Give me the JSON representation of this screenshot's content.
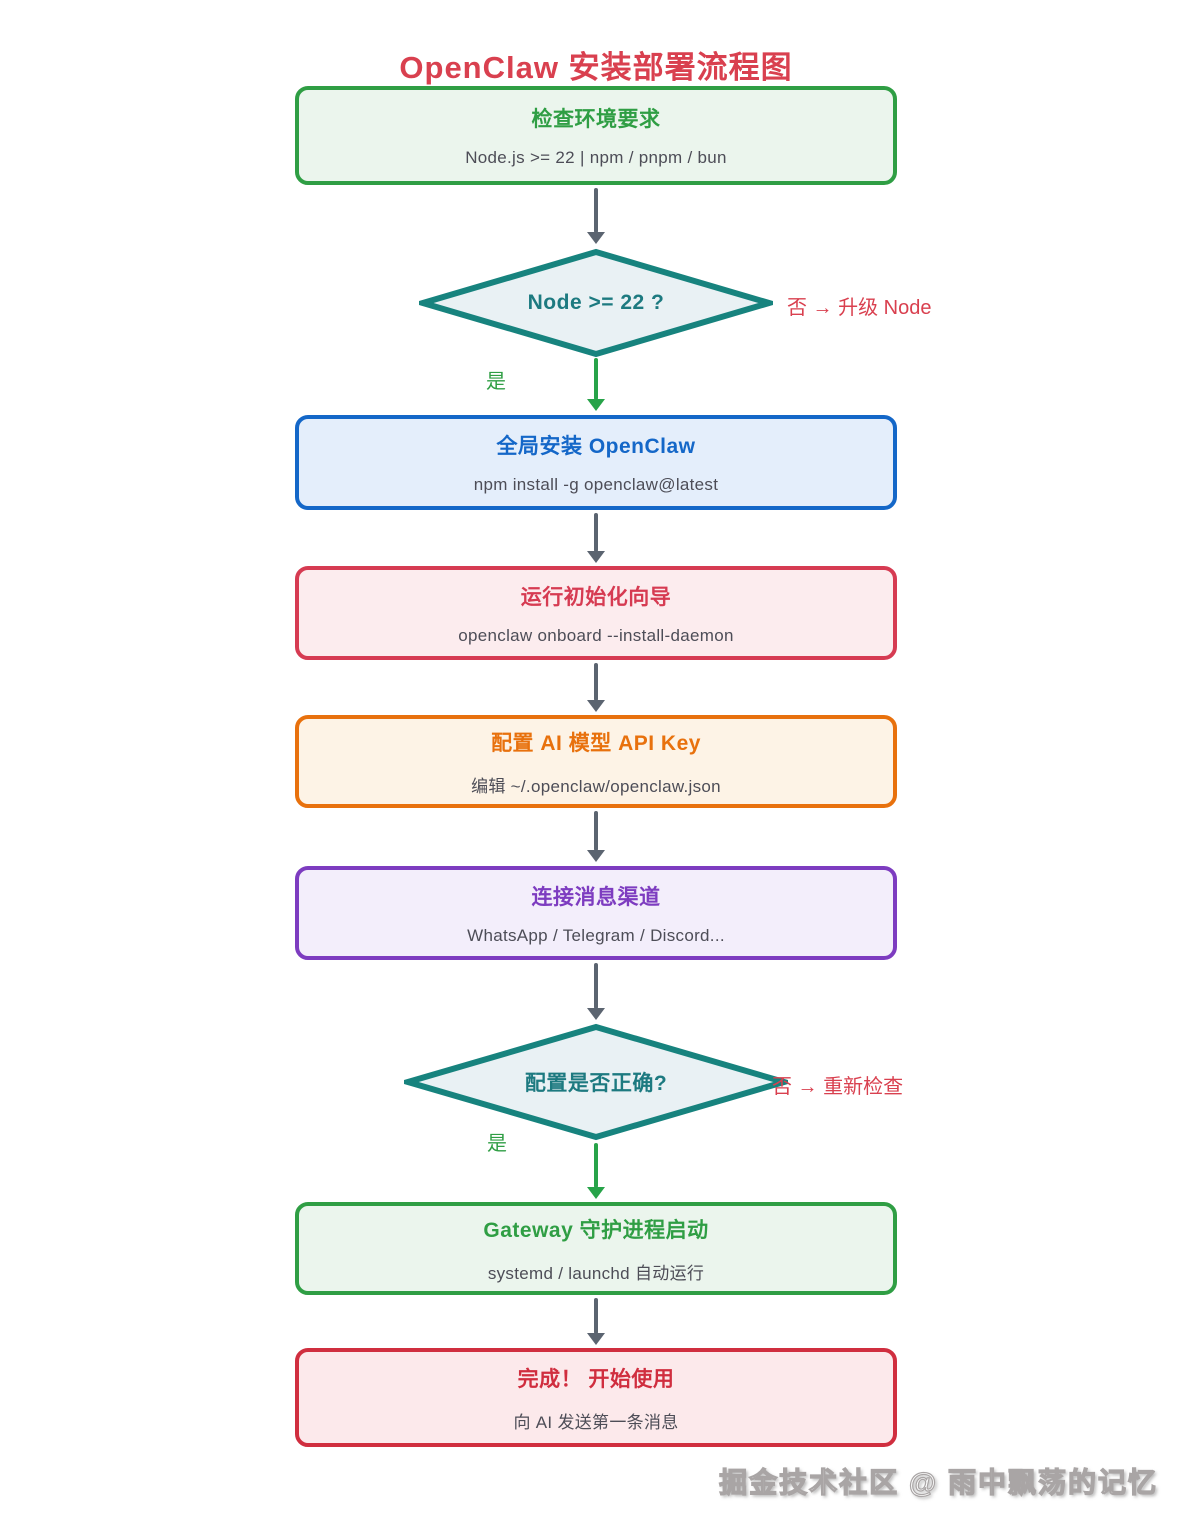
{
  "title": {
    "text": "OpenClaw 安装部署流程图",
    "color": "#d9404f"
  },
  "flow": {
    "nodes": [
      {
        "id": "check-env",
        "title": "检查环境要求",
        "subtitle": "Node.js >= 22  |  npm / pnpm / bun",
        "accent": "#2f9e44",
        "fill": "#ebf5ed"
      },
      {
        "id": "install",
        "title": "全局安装 OpenClaw",
        "subtitle": "npm install -g openclaw@latest",
        "accent": "#1467c8",
        "fill": "#e4eefb"
      },
      {
        "id": "onboard",
        "title": "运行初始化向导",
        "subtitle": "openclaw onboard --install-daemon",
        "accent": "#d63b52",
        "fill": "#fcecee"
      },
      {
        "id": "api-key",
        "title": "配置 AI 模型 API Key",
        "subtitle": "编辑  ~/.openclaw/openclaw.json",
        "accent": "#e8710d",
        "fill": "#fdf3e6"
      },
      {
        "id": "channels",
        "title": "连接消息渠道",
        "subtitle": "WhatsApp / Telegram / Discord...",
        "accent": "#7d3cc0",
        "fill": "#f3eefb"
      },
      {
        "id": "gateway",
        "title": "Gateway 守护进程启动",
        "subtitle": "systemd / launchd  自动运行",
        "accent": "#2f9e44",
        "fill": "#ebf5ed"
      },
      {
        "id": "done",
        "title": "完成！ 开始使用",
        "subtitle": "向 AI 发送第一条消息",
        "accent": "#d02e3f",
        "fill": "#fce9eb"
      }
    ],
    "decisions": [
      {
        "id": "node-version",
        "label": "Node >= 22 ?",
        "yes": "是",
        "no": "否 → 升级 Node"
      },
      {
        "id": "config-check",
        "label": "配置是否正确?",
        "yes": "是",
        "no": "否 → 重新检查"
      }
    ]
  },
  "watermark": "掘金技术社区 @ 雨中飘荡的记忆",
  "colors": {
    "decision_border": "#17837e",
    "decision_fill": "#e9f1f4",
    "decision_text": "#1d7a80",
    "arrow_gray": "#5b6470",
    "arrow_green": "#27a349",
    "yes_label_green": "#2f9e44",
    "no_label_red": "#d9404f",
    "subtitle_gray": "#4d4d57"
  }
}
